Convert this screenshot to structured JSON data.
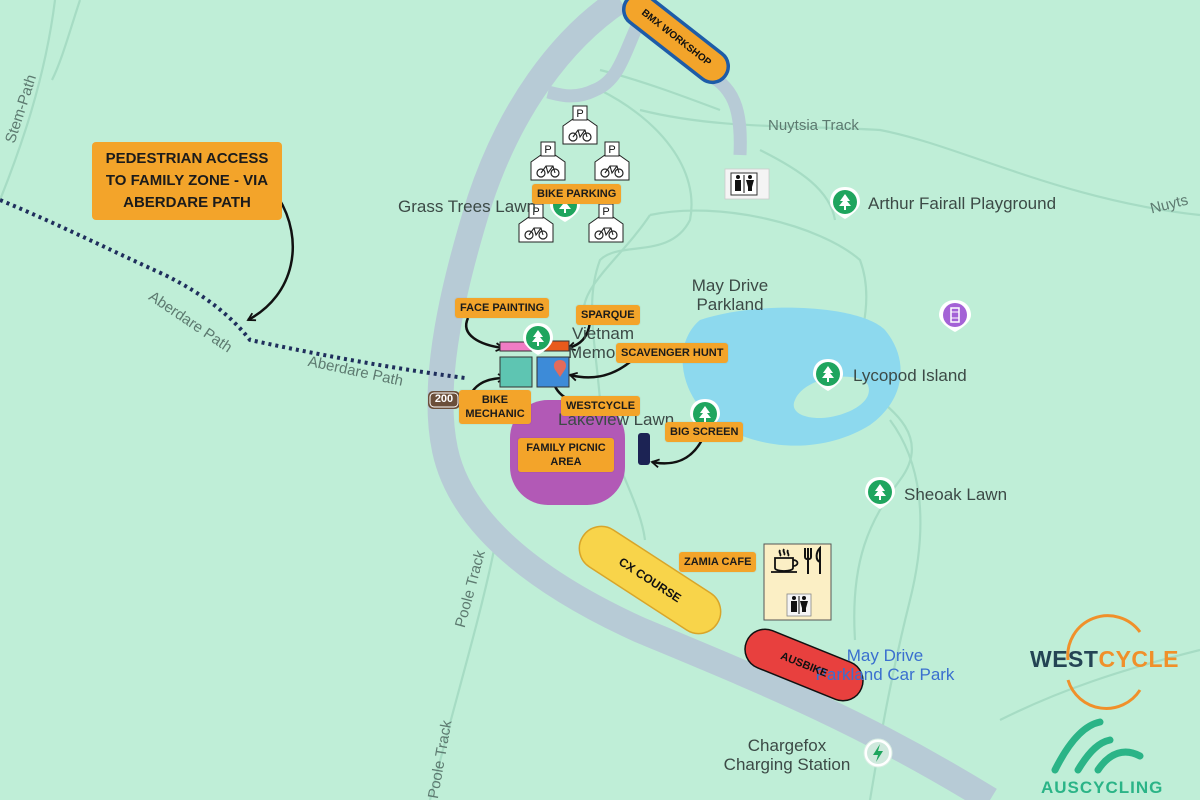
{
  "places": {
    "grass_trees_lawn": "Grass Trees Lawn",
    "arthur_fairall": "Arthur Fairall Playground",
    "may_drive_parkland": "May Drive Parkland",
    "vietnam_memorial": "Vietnam Memorial",
    "lycopod_island": "Lycopod Island",
    "lakeview_lawn": "Lakeview Lawn",
    "sheoak_lawn": "Sheoak Lawn",
    "car_park": "May Drive Parkland Car Park",
    "chargefox": "Chargefox Charging Station"
  },
  "roads": {
    "nuytsia_track": "Nuytsia Track",
    "nuytsia_right": "Nuyts",
    "aberdare_path": "Aberdare Path",
    "aberdare_path_2": "Aberdare Path",
    "poole_track": "Poole Track",
    "poole_track_2": "Poole Track",
    "stem_path": "Stem-Path",
    "route_number": "200"
  },
  "annotations": {
    "pedestrian_access": "PEDESTRIAN ACCESS TO FAMILY ZONE - VIA ABERDARE PATH",
    "bmx_workshop": "BMX WORKSHOP",
    "bike_parking": "BIKE PARKING",
    "face_painting": "FACE PAINTING",
    "sparque": "SPARQUE",
    "scavenger_hunt": "SCAVENGER HUNT",
    "bike_mechanic": "BIKE MECHANIC",
    "westcycle": "WESTCYCLE",
    "big_screen": "BIG SCREEN",
    "family_picnic": "FAMILY PICNIC AREA",
    "zamia_cafe": "ZAMIA CAFE",
    "cx_course": "CX COURSE",
    "ausbike": "AUSBIKE"
  },
  "logos": {
    "westcycle_a": "WEST",
    "westcycle_b": "CYCLE",
    "auscycling": "AUSCYCLING"
  },
  "icons": [
    "park-pin-icon",
    "toilet-icon",
    "bike-parking-icon",
    "cafe-cup-icon",
    "cutlery-icon",
    "ev-charging-icon",
    "cinema-pin-icon",
    "route-shield-icon"
  ],
  "colors": {
    "background": "#bfeed7",
    "road": "#b7cbd6",
    "water": "#8dd9ee",
    "tag": "#f3a42a",
    "picnic_area": "#b259b6",
    "cx_course": "#f8d44a",
    "ausbike": "#e8403e",
    "bmx_workshop": "#f3a42a",
    "bmx_border": "#1d5ca8",
    "westcycle_orange": "#f0902a",
    "westcycle_navy": "#244454",
    "auscycling_green": "#2bb487",
    "park_pin": "#1fa55e"
  }
}
